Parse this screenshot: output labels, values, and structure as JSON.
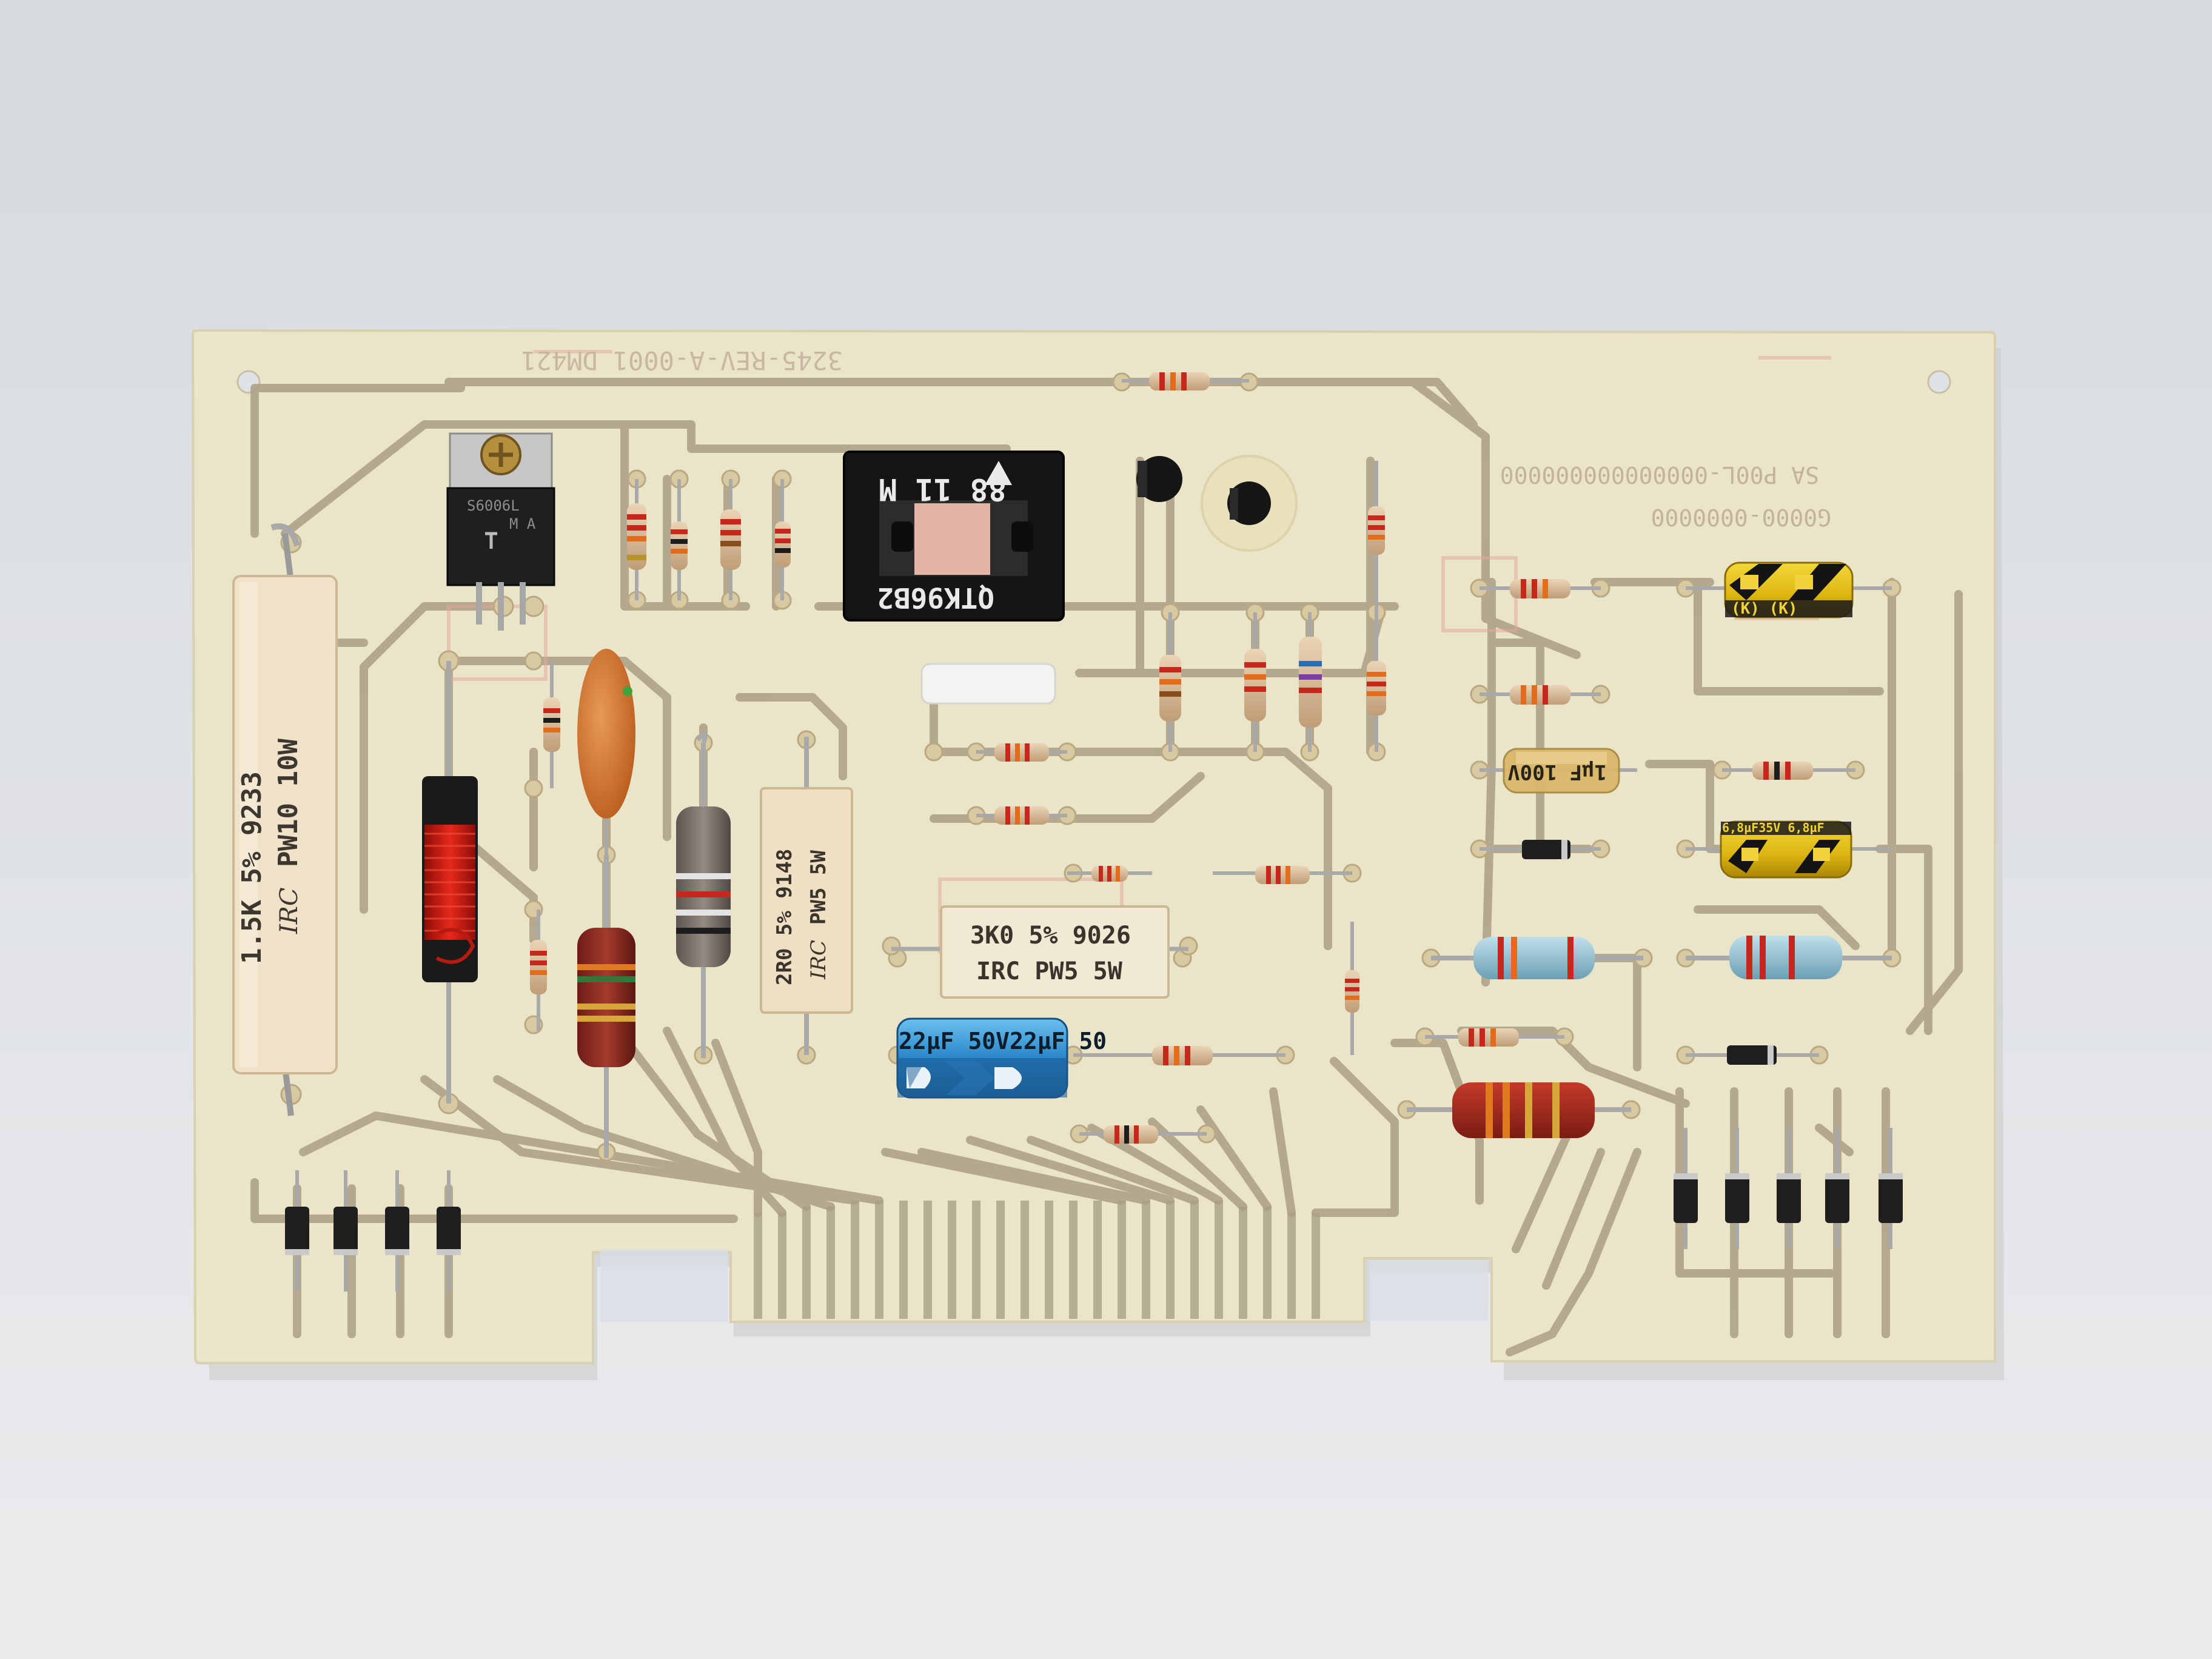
{
  "colors": {
    "background": "#dcdfe3",
    "board": "#eae5cc",
    "trace": "#a8a28b",
    "resistor_body": "#d9bfa0",
    "power_resistor": "#ede0c7",
    "inductor_copper": "#d21a12",
    "capacitor_blue": "#2f8fd0",
    "capacitor_yellow": "#e8c417",
    "ceramic_cap": "#d7742e"
  },
  "components": {
    "power_resistor_left": {
      "line1": "1.5K 5% 9233",
      "line2": "PW10 10W",
      "logo": "IRC"
    },
    "power_resistor_mid": {
      "line1": "2R0 5% 9148",
      "line2": "PW5 5W",
      "logo": "IRC"
    },
    "power_resistor_center": {
      "line1": "3K0 5% 9026",
      "line2": "IRC PW5 5W"
    },
    "relay": {
      "top_text": "88 11 M",
      "bottom_text": "QTK96B2"
    },
    "regulator": {
      "code": "S6006L",
      "mark": "M A"
    },
    "blue_capacitor": {
      "text": "22µF 50V22µF 50"
    },
    "yellow_capacitor_top": {
      "text": "(K)   (K)"
    },
    "yellow_capacitor_mid": {
      "text": "6,8µF35V 6,8µF"
    },
    "film_capacitor": {
      "text": "1µF 100V"
    }
  }
}
